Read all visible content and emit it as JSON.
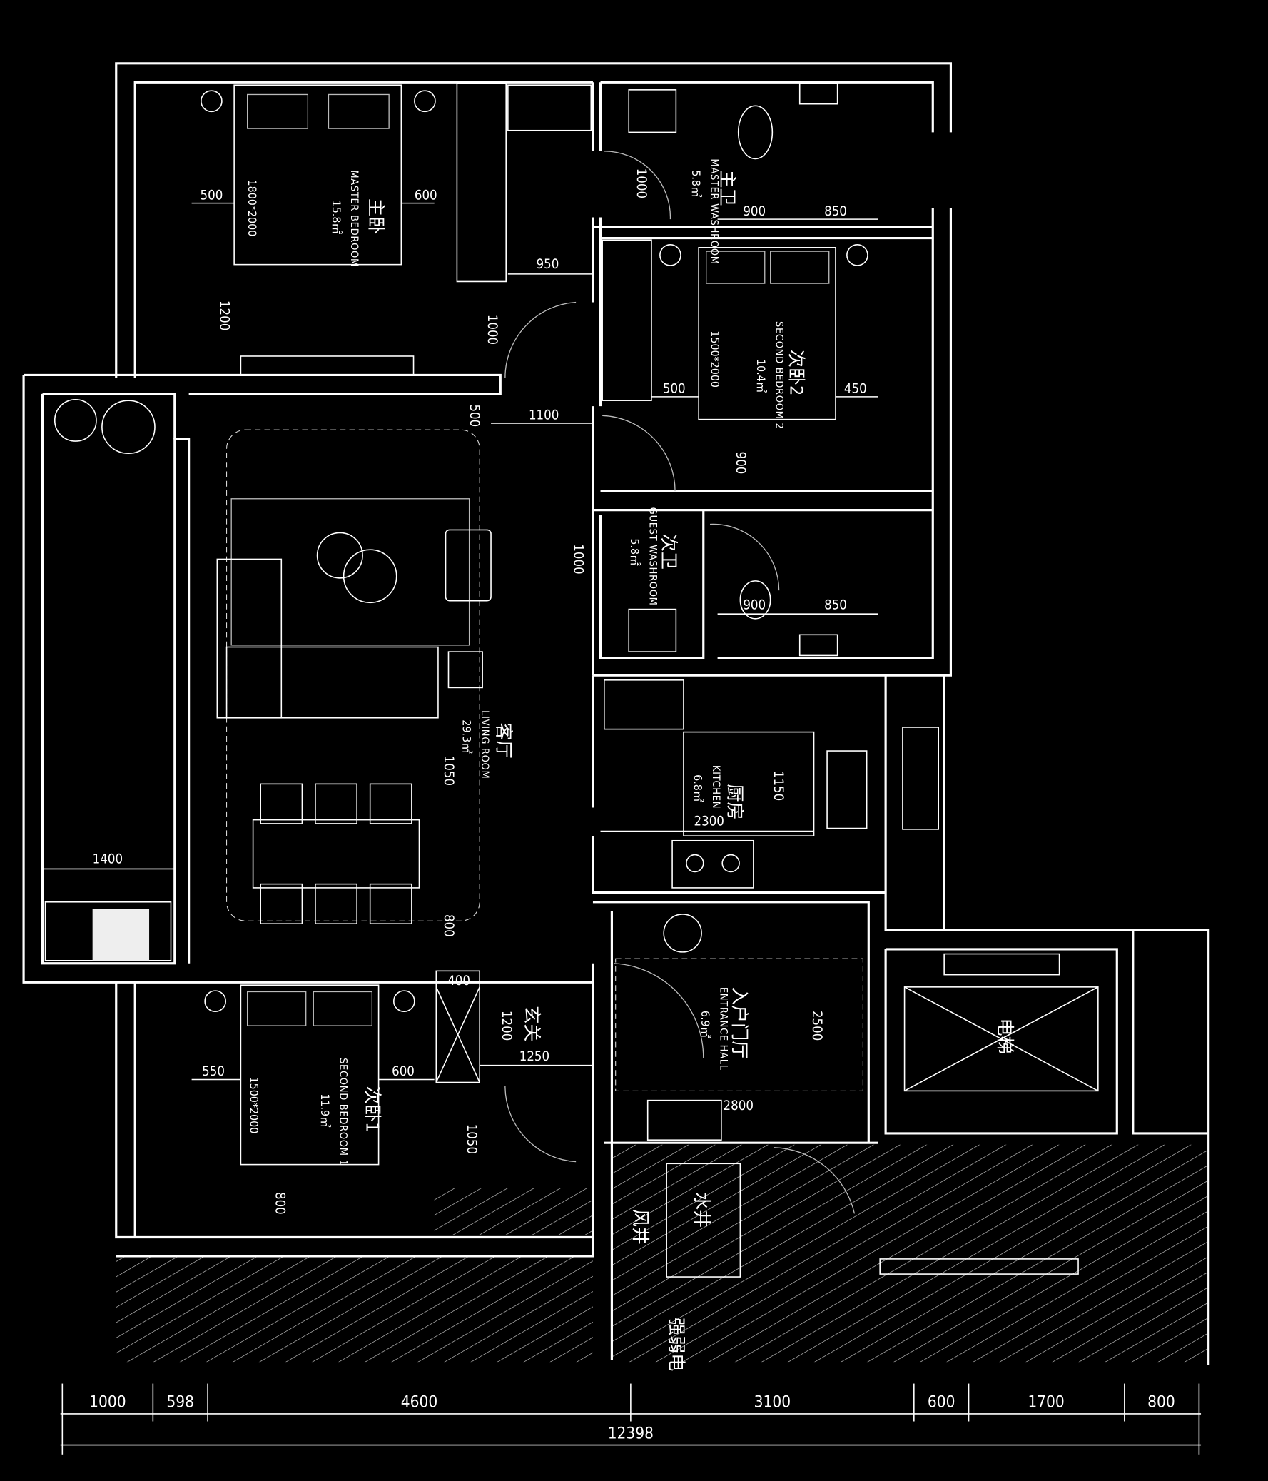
{
  "rooms": {
    "master_bedroom": {
      "zh": "主卧",
      "en": "MASTER BEDROOM",
      "area": "15.8㎡",
      "bed": "1800*2000"
    },
    "master_washroom": {
      "zh": "主卫",
      "en": "MASTER WASHROOM",
      "area": "5.8㎡"
    },
    "second_bedroom_2": {
      "zh": "次卧2",
      "en": "SECOND BEDROOM 2",
      "area": "10.4㎡",
      "bed": "1500*2000"
    },
    "guest_washroom": {
      "zh": "次卫",
      "en": "GUEST WASHROOM",
      "area": "5.8㎡"
    },
    "living_room": {
      "zh": "客厅",
      "en": "LIVING ROOM",
      "area": "29.3㎡"
    },
    "kitchen": {
      "zh": "厨房",
      "en": "KITCHEN",
      "area": "6.8㎡"
    },
    "entrance_hall": {
      "zh": "入户门厅",
      "en": "ENTRANCE HALL",
      "area": "6.9㎡"
    },
    "foyer": {
      "zh": "玄关"
    },
    "second_bedroom_1": {
      "zh": "次卧1",
      "en": "SECOND BEDROOM 1",
      "area": "11.9㎡",
      "bed": "1500*2000"
    },
    "elevator": {
      "zh": "电梯"
    },
    "air_shaft": {
      "zh": "风井"
    },
    "water_shaft": {
      "zh": "水井"
    },
    "electric_shaft": {
      "zh": "强弱电"
    }
  },
  "dimensions": {
    "mb_left": "500",
    "mb_right": "600",
    "mb_foot": "1200",
    "mb_wardrobe": "950",
    "mb_door": "1000",
    "mw_door": "1000",
    "mw_toilet": "900",
    "mw_shower": "850",
    "sb2_left": "500",
    "sb2_right": "450",
    "sb2_foot": "900",
    "corridor": "1100",
    "corridor_side": "500",
    "gw_door": "1000",
    "gw_toilet": "900",
    "gw_shower": "850",
    "kitchen_depth": "1150",
    "kitchen_width": "2300",
    "living_1050": "1050",
    "living_800": "800",
    "balcony": "1400",
    "foyer_cabinet": "400",
    "foyer_depth": "1200",
    "foyer_width": "1250",
    "hall_depth": "2500",
    "hall_width": "2800",
    "sb1_left": "550",
    "sb1_right": "600",
    "sb1_door": "1050",
    "sb1_foot": "800"
  },
  "overall_dimensions": {
    "segments": [
      "1000",
      "598",
      "4600",
      "3100",
      "600",
      "1700",
      "800"
    ],
    "total": "12398"
  }
}
